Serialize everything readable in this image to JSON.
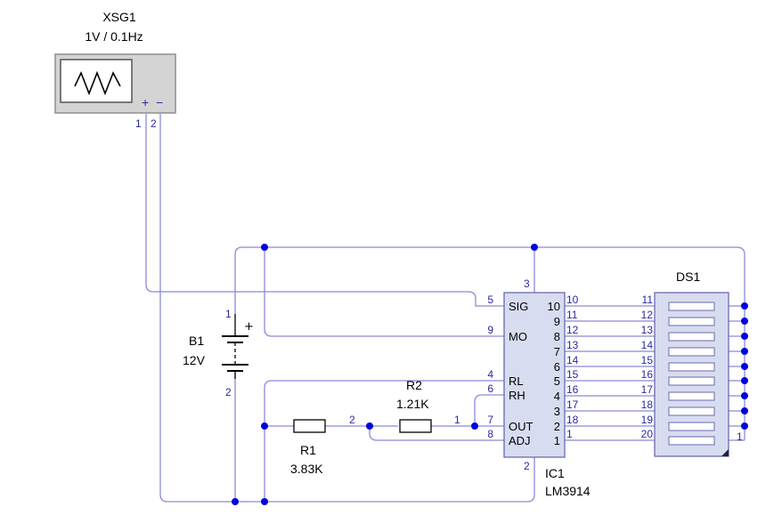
{
  "colors": {
    "wire": "#8a8ad8",
    "junction": "#0000dd",
    "component_fill": "#d8dcf0",
    "component_stroke": "#6a6ab0",
    "pin_number": "#2a2aa0",
    "text": "#000000"
  },
  "generator": {
    "ref": "XSG1",
    "value": "1V / 0.1Hz",
    "terminal_plus": "+",
    "terminal_minus": "−",
    "pin1": "1",
    "pin2": "2",
    "icon": "triangle-wave-icon"
  },
  "battery": {
    "ref": "B1",
    "value": "12V",
    "pin1": "1",
    "pin2": "2",
    "polarity": "+"
  },
  "r1": {
    "ref": "R1",
    "value": "3.83K"
  },
  "r2": {
    "ref": "R2",
    "value": "1.21K",
    "pin1": "1",
    "pin2": "2"
  },
  "ic": {
    "ref": "IC1",
    "part": "LM3914",
    "top_pin": "3",
    "bottom_pin": "2",
    "left_pins": [
      {
        "num": "5",
        "name": "SIG"
      },
      {
        "num": "9",
        "name": "MO"
      },
      {
        "num": "4",
        "name": "RL"
      },
      {
        "num": "6",
        "name": "RH"
      },
      {
        "num": "7",
        "name": "OUT"
      },
      {
        "num": "8",
        "name": "ADJ"
      }
    ],
    "right_pins": [
      "10",
      "9",
      "8",
      "7",
      "6",
      "5",
      "4",
      "3",
      "2",
      "1"
    ],
    "right_ext_pins": [
      "10",
      "11",
      "12",
      "13",
      "14",
      "15",
      "16",
      "17",
      "18",
      "1"
    ]
  },
  "display": {
    "ref": "DS1",
    "left_pins": [
      "11",
      "12",
      "13",
      "14",
      "15",
      "16",
      "17",
      "18",
      "19",
      "20"
    ],
    "right_pin": "1"
  }
}
